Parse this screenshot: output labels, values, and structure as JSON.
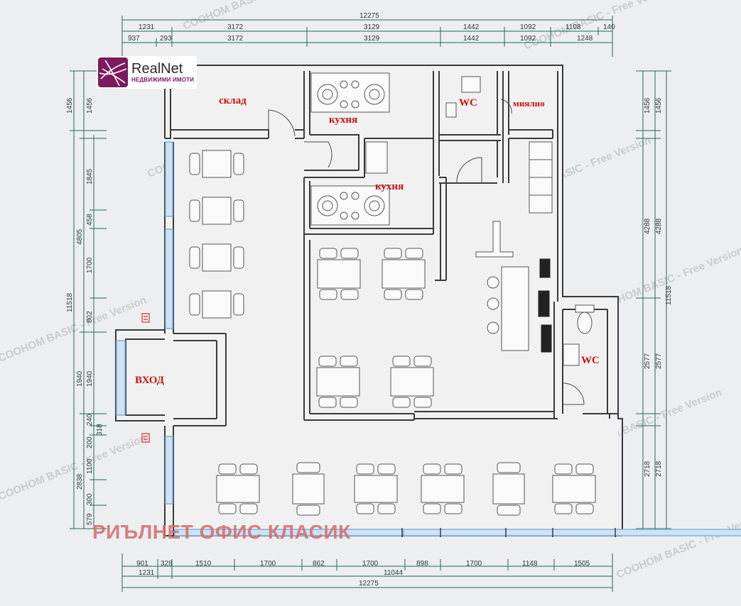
{
  "logo": {
    "brand": "RealNet",
    "subtitle": "НЕДВИЖИМИ ИМОТИ",
    "color": "#7b1a5e"
  },
  "title": "РИЪЛНЕТ ОФИС КЛАСИК",
  "watermark": "COOHOM BASIC - Free Version",
  "rooms": {
    "storage": "склад",
    "kitchen1": "кухня",
    "kitchen2": "кухня",
    "wc1": "WC",
    "wash": "миялно",
    "entrance": "ВХОД",
    "wc2": "WC"
  },
  "dims_top": {
    "total_outer": "12275",
    "row1": [
      "1231",
      "3172",
      "3129",
      "1442",
      "1092",
      "1108",
      "140"
    ],
    "row2": [
      "937",
      "293",
      "3172",
      "3129",
      "1442",
      "1092",
      "1248"
    ]
  },
  "dims_bottom": {
    "row1": [
      "901",
      "328",
      "1510",
      "1700",
      "862",
      "1700",
      "898",
      "1700",
      "1148",
      "1505"
    ],
    "row2": [
      "1231",
      "11044"
    ],
    "total": "12275"
  },
  "dims_left": {
    "outer": [
      "1456",
      "11518",
      "2838"
    ],
    "mid": [
      "4805",
      "1940"
    ],
    "inner": [
      "1845",
      "458",
      "1700",
      "802",
      "240",
      "318",
      "200",
      "1100",
      "300",
      "579"
    ]
  },
  "dims_right": {
    "outer": [
      "1456",
      "11518",
      "2718"
    ],
    "inner": [
      "1456",
      "4288",
      "2577",
      "2718"
    ]
  },
  "colors": {
    "wall": "#3a3a3a",
    "window": "#7fb2de",
    "dim": "#1f6b5a",
    "label": "#d10f0f"
  }
}
